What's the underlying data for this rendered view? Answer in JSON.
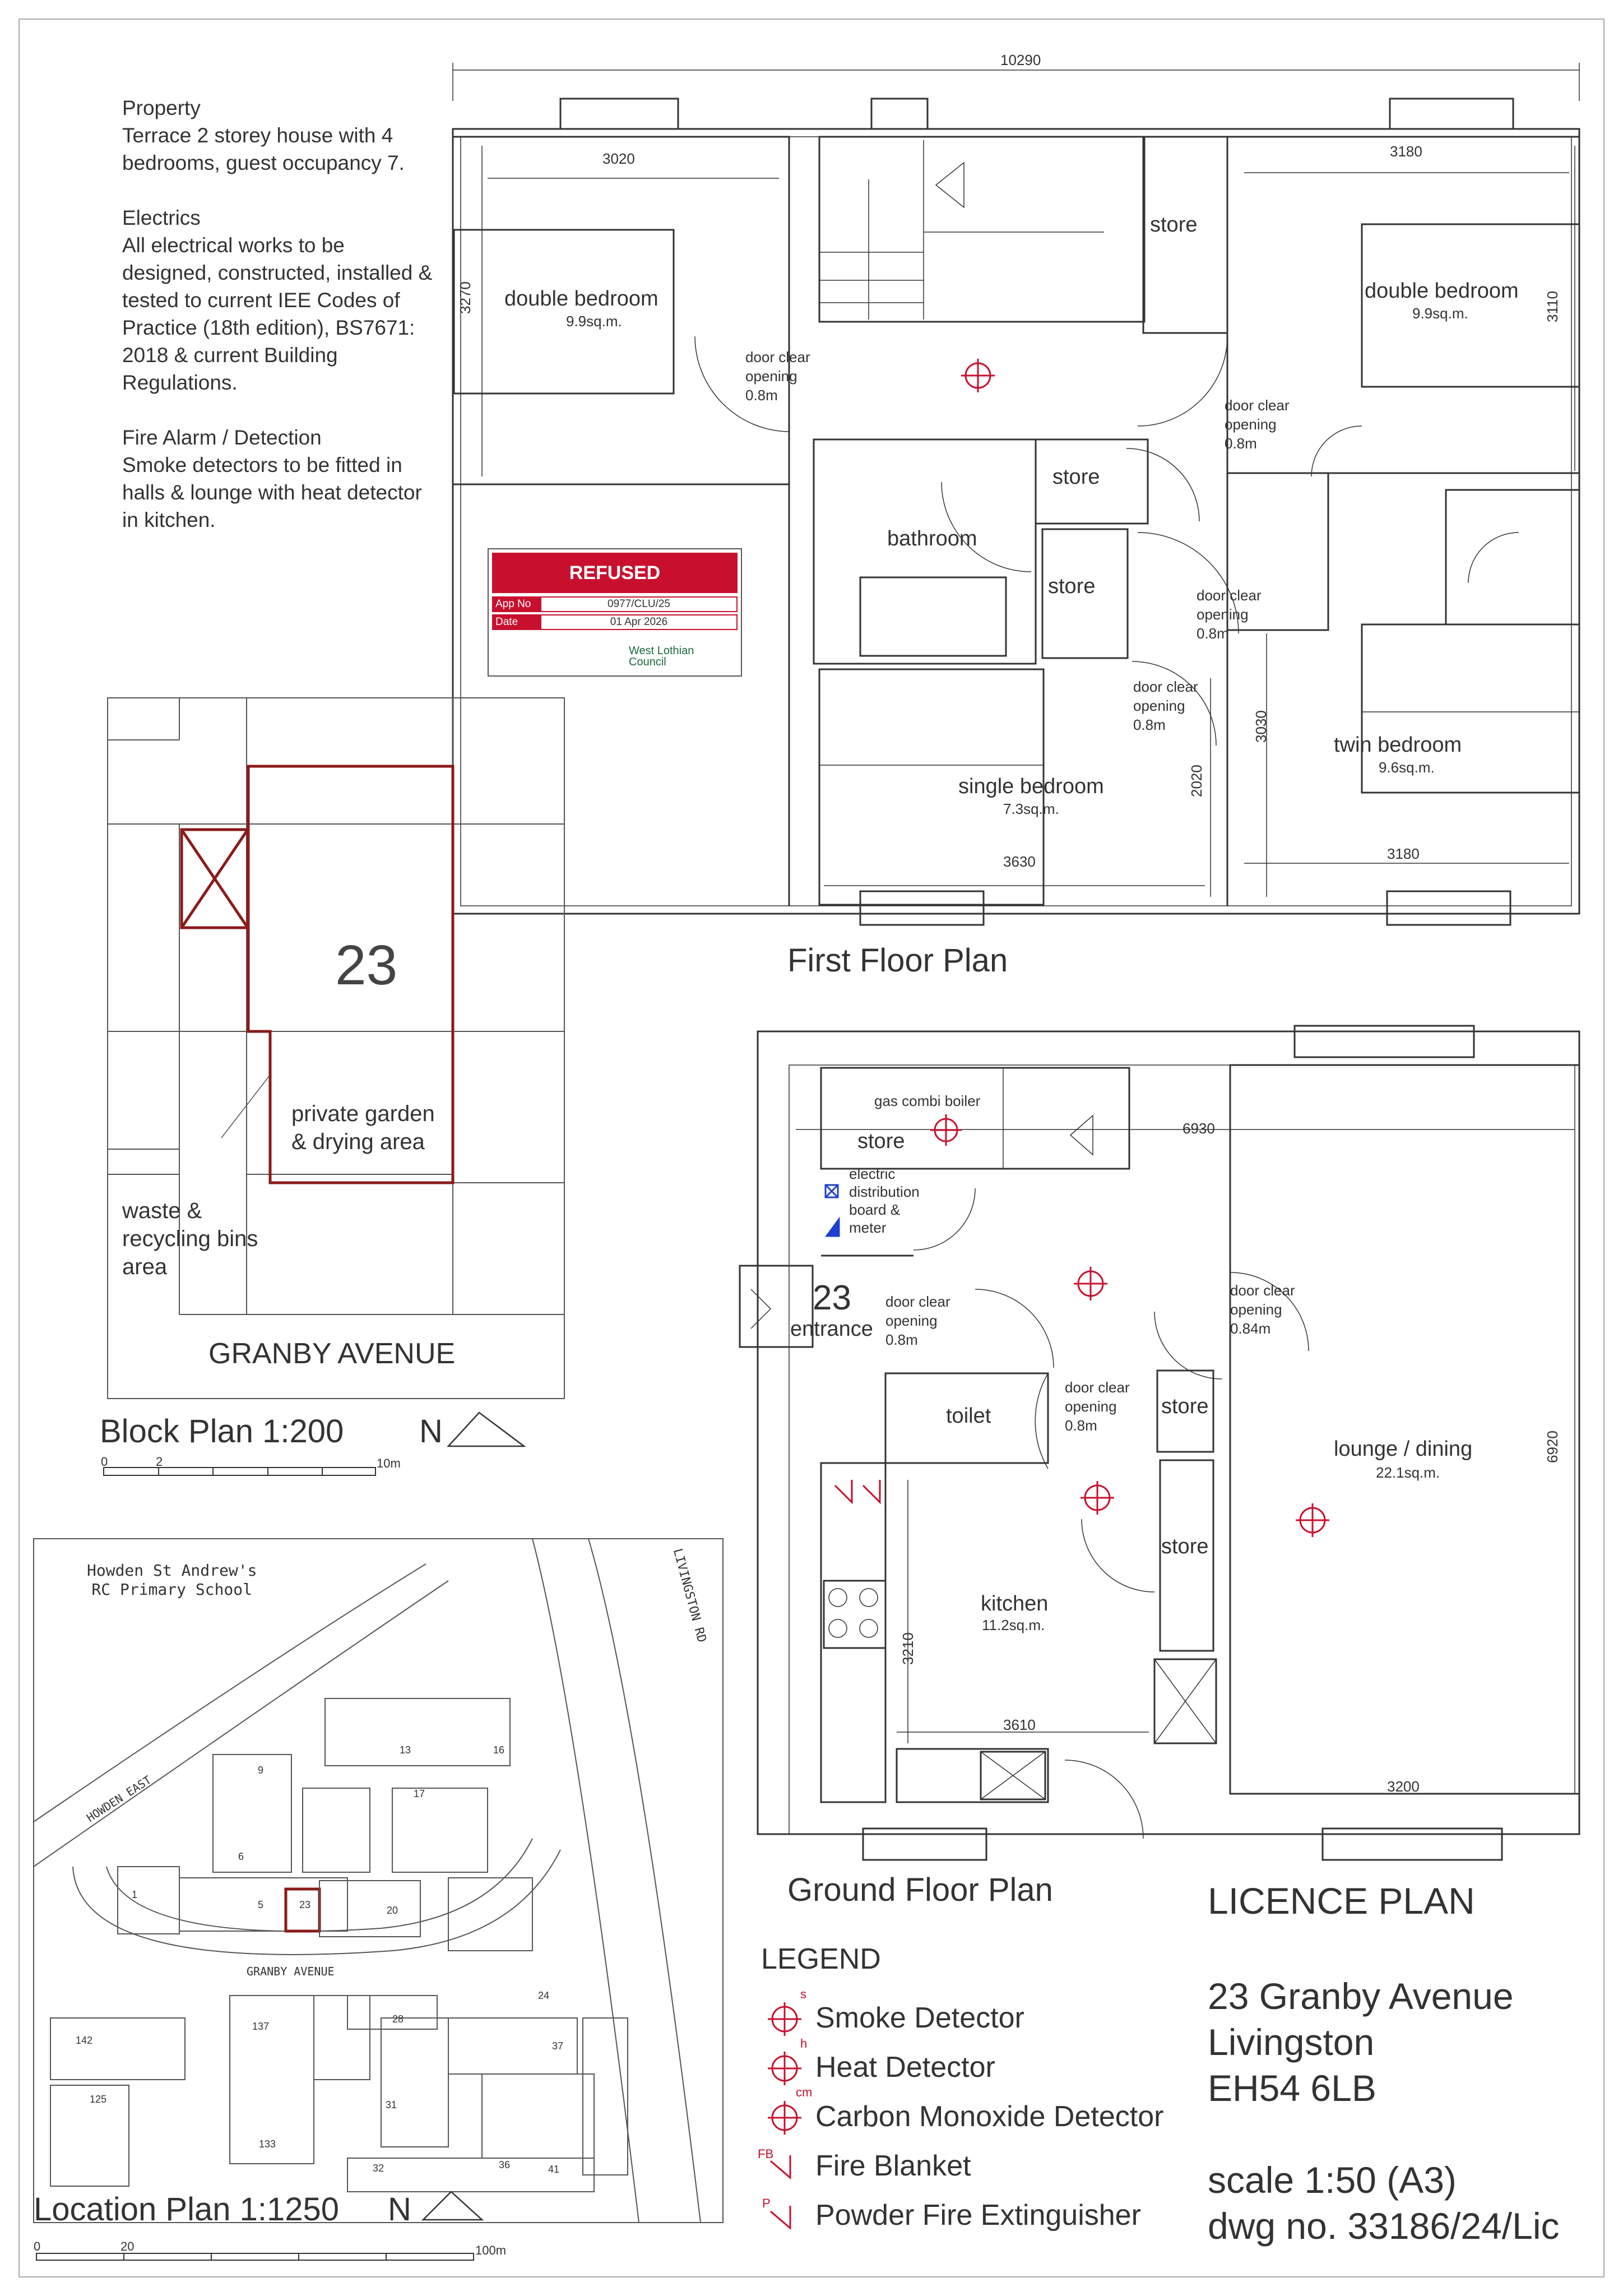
{
  "notes": {
    "property_head": "Property",
    "property_body": "Terrace 2 storey house with 4 bedrooms, guest occupancy 7.",
    "electrics_head": "Electrics",
    "electrics_body": "All electrical works to be designed, constructed, installed & tested to current IEE Codes of Practice (18th edition), BS7671: 2018 & current Building Regulations.",
    "fire_head": "Fire Alarm / Detection",
    "fire_body": "Smoke detectors to be fitted in halls & lounge with heat detector in kitchen."
  },
  "stamp": {
    "status": "REFUSED",
    "app_label": "App No",
    "app_value": "0977/CLU/25",
    "date_label": "Date",
    "date_value": "01 Apr 2026",
    "org": "West Lothian Council",
    "color": "#c8102e"
  },
  "first_floor": {
    "title": "First Floor Plan",
    "dims": {
      "overall": "10290",
      "bed1_w": "3020",
      "bed1_h": "3270",
      "bed2_w": "3180",
      "bed2_h": "3110",
      "single_w": "3630",
      "single_h": "2020",
      "twin_w": "3180",
      "twin_h": "3030"
    },
    "rooms": {
      "bed1": "double bedroom",
      "bed1_area": "9.9sq.m.",
      "bed2": "double bedroom",
      "bed2_area": "9.9sq.m.",
      "store1": "store",
      "store2": "store",
      "store3": "store",
      "bathroom": "bathroom",
      "single": "single bedroom",
      "single_area": "7.3sq.m.",
      "twin": "twin bedroom",
      "twin_area": "9.6sq.m."
    },
    "door_note": [
      "door clear",
      "opening",
      "0.8m"
    ]
  },
  "ground_floor": {
    "title": "Ground Floor Plan",
    "dims": {
      "width": "6930",
      "lounge_h": "6920",
      "kitchen_h": "3210",
      "kitchen_w": "3610",
      "lounge_w": "3200"
    },
    "rooms": {
      "boiler": "gas combi boiler",
      "store": "store",
      "electric": [
        "electric",
        "distribution",
        "board &",
        "meter"
      ],
      "number": "23",
      "entrance": "entrance",
      "toilet": "toilet",
      "store2": "store",
      "store3": "store",
      "kitchen": "kitchen",
      "kitchen_area": "11.2sq.m.",
      "lounge": "lounge / dining",
      "lounge_area": "22.1sq.m."
    },
    "door_note": [
      "door clear",
      "opening",
      "0.8m"
    ],
    "door_note_wide": [
      "door clear",
      "opening",
      "0.84m"
    ]
  },
  "block_plan": {
    "title": "Block Plan 1:200",
    "north": "N",
    "number": "23",
    "garden": [
      "private garden",
      "& drying area"
    ],
    "bins": [
      "waste &",
      "recycling bins",
      "area"
    ],
    "street": "GRANBY AVENUE",
    "scale_ticks": [
      "0",
      "2",
      "10m"
    ]
  },
  "location_plan": {
    "title": "Location Plan 1:1250",
    "north": "N",
    "school": [
      "Howden St Andrew's",
      "RC Primary School"
    ],
    "road1": "LIVINGSTON RD",
    "road2": "HOWDEN EAST",
    "road3": "GRANBY AVENUE",
    "numbers": [
      "13",
      "16",
      "9",
      "17",
      "6",
      "1",
      "5",
      "23",
      "20",
      "24",
      "142",
      "137",
      "28",
      "37",
      "125",
      "31",
      "133",
      "32",
      "36",
      "41"
    ],
    "scale_ticks": [
      "0",
      "20",
      "100m"
    ]
  },
  "legend": {
    "title": "LEGEND",
    "items": [
      "Smoke Detector",
      "Heat Detector",
      "Carbon Monoxide Detector",
      "Fire Blanket",
      "Powder Fire Extinguisher"
    ],
    "codes": [
      "s",
      "h",
      "cm",
      "FB",
      "P"
    ]
  },
  "title_block": {
    "heading": "LICENCE PLAN",
    "address1": "23 Granby Avenue",
    "address2": "Livingston",
    "postcode": "EH54 6LB",
    "scale": "scale 1:50 (A3)",
    "dwg": "dwg no. 33186/24/Lic"
  }
}
